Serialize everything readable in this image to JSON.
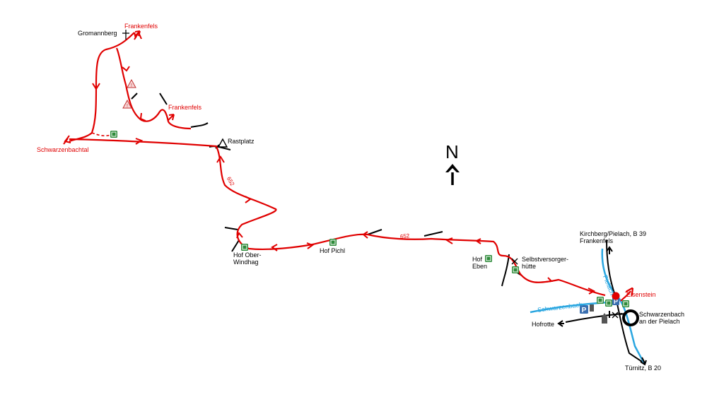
{
  "labels": {
    "gromannberg": "Gromannberg",
    "frankenfels_top": "Frankenfels",
    "frankenfels_mid": "Frankenfels",
    "schwarzenbachtal": "Schwarzenbachtal",
    "rastplatz": "Rastplatz",
    "north": "N",
    "road_652_a": "652",
    "road_652_b": "652",
    "hof_ober_windhag": "Hof Ober-\nWindhag",
    "hof_pichl": "Hof Pichl",
    "hof_eben": "Hof\nEben",
    "selbstversorger": "Selbstversorger-\nhütte",
    "kirchberg": "Kirchberg/Pielach, B 39\nFrankenfels",
    "pielach": "Pielach",
    "eisenstein": "Eisenstein",
    "schwarzenbach_river": "Schwarzenbach",
    "schwarzenbach_town": "Schwarzenbach\nan der Pielach",
    "hofrotte": "Hofrotte",
    "tuernitz": "Türnitz, B 20"
  },
  "colors": {
    "route": "#e00000",
    "road": "#000000",
    "river": "#2aa6e0",
    "hut_icon": "#2e8b3a",
    "parking": "#3a6fb0",
    "warning": "#c03030"
  },
  "icons": [
    "summit-cross-icon",
    "rest-area-triangle-icon",
    "hut-icon",
    "warning-triangle-icon",
    "parking-icon",
    "church-icon",
    "crossed-swords-icon",
    "start-point-icon",
    "town-ring-icon",
    "north-arrow-icon"
  ]
}
